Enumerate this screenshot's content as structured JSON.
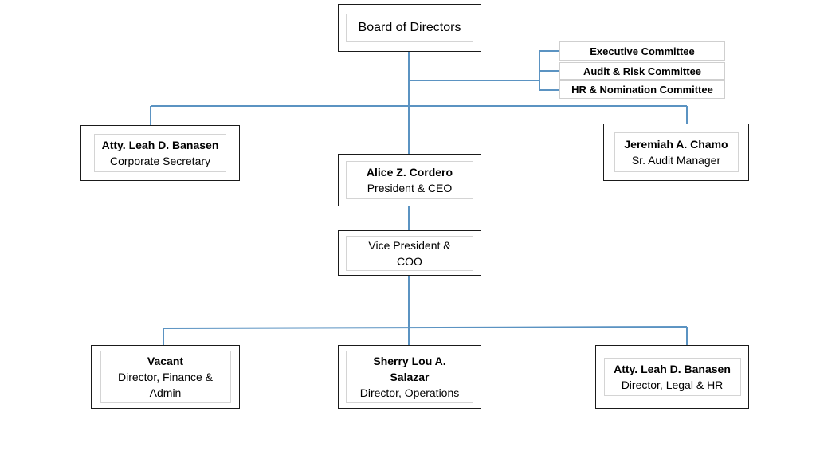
{
  "board": {
    "label": "Board of Directors"
  },
  "committees": [
    {
      "label": "Executive Committee"
    },
    {
      "label": "Audit & Risk Committee"
    },
    {
      "label": "HR & Nomination Committee"
    }
  ],
  "corp_secretary": {
    "name": "Atty. Leah D. Banasen",
    "role": "Corporate Secretary"
  },
  "audit_manager": {
    "name": "Jeremiah A. Chamo",
    "role": "Sr. Audit Manager"
  },
  "ceo": {
    "name": "Alice Z. Cordero",
    "role": "President & CEO"
  },
  "vp": {
    "role_line1": "Vice President &",
    "role_line2": "COO"
  },
  "finance": {
    "name": "Vacant",
    "role_line1": "Director, Finance &",
    "role_line2": "Admin"
  },
  "operations": {
    "name_line1": "Sherry Lou A.",
    "name_line2": "Salazar",
    "role": "Director, Operations"
  },
  "legal": {
    "name": "Atty. Leah D. Banasen",
    "role": "Director, Legal & HR"
  },
  "colors": {
    "connector": "#5b93c2",
    "border": "#1a1a1a",
    "inner_border": "#d4d4d4"
  }
}
